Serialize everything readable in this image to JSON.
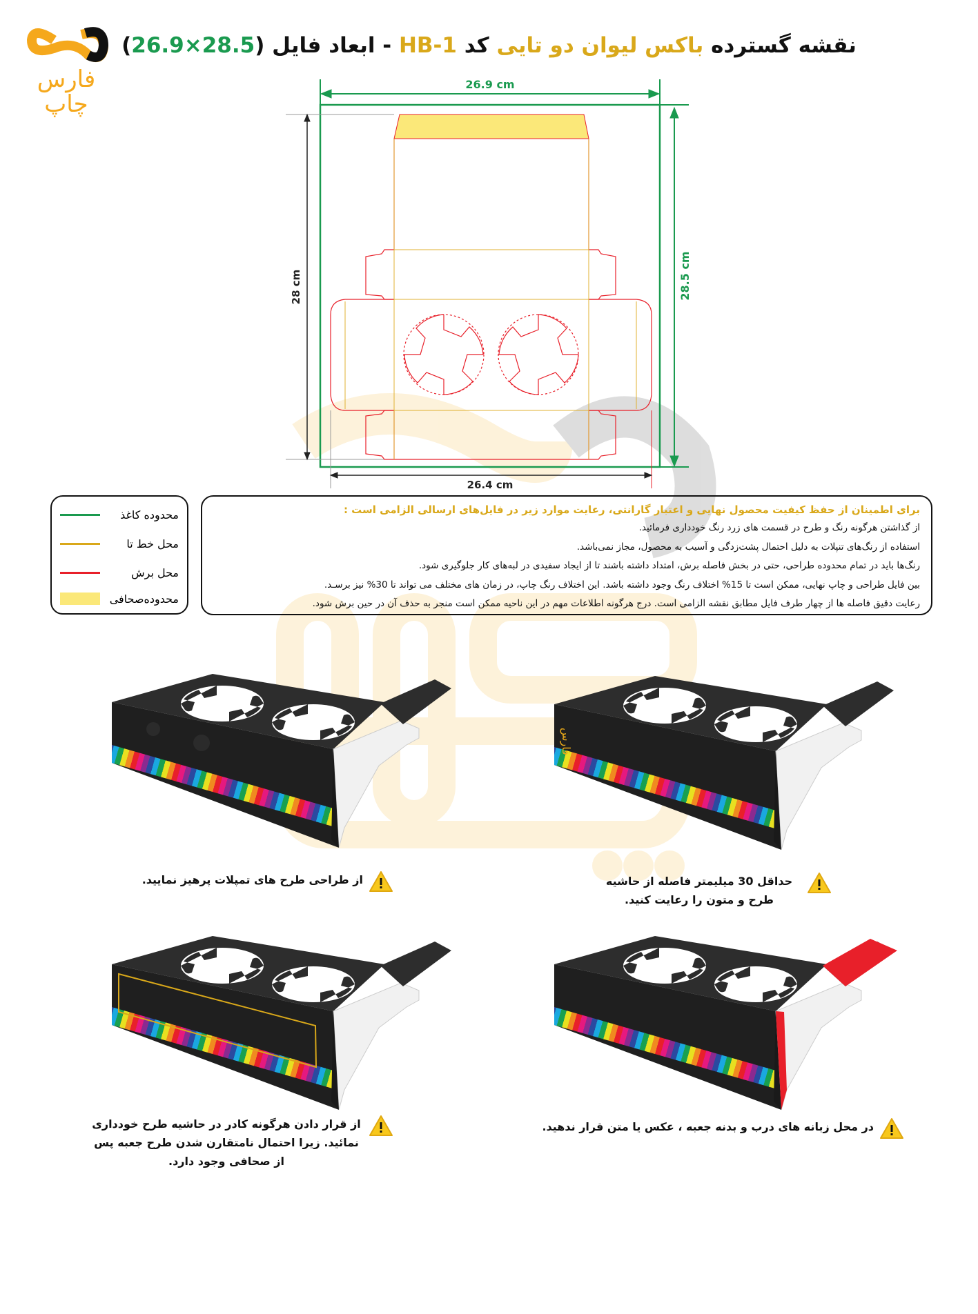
{
  "logo": {
    "text": [
      "فارس",
      "چاپ"
    ]
  },
  "title": {
    "part1": "نقشه گسترده ",
    "product": "باکس لیوان دو تایی",
    "part2": " کد ",
    "code": "HB-1",
    "part3": " - ابعاد فایل (",
    "dims": "26.9×28.5",
    "part4": ")"
  },
  "dieline": {
    "width_label": "26.9 cm",
    "height_label": "28.5 cm",
    "inner_height_label": "28 cm",
    "inner_width_label": "26.4 cm"
  },
  "colors": {
    "paper": "#1a9a4f",
    "fold": "#e0b030",
    "cut": "#e8202a",
    "bleed": "#fbe879"
  },
  "legend": [
    {
      "label": "محدوده کاغذ",
      "color": "#1a9a4f"
    },
    {
      "label": "محل خط تا",
      "color": "#d9a81a"
    },
    {
      "label": "محل برش",
      "color": "#e8202a"
    },
    {
      "label": "محدوده‌صحافی",
      "color": "#fbe879"
    }
  ],
  "notes": {
    "heading": "برای اطمینان از حفظ کیفیت محصول نهایی و اعتبار گارانتی، رعایت موارد زیر در فایل‌های ارسالی الزامی است :",
    "lines": [
      "از گذاشتن هرگونه رنگ و طرح در قسمت های زرد رنگ خودداری فرمائید.",
      "استفاده از رنگ‌های تنپلات به دلیل احتمال پشت‌زدگی و آسیب به محصول، مجاز نمی‌باشد.",
      "رنگ‌ها باید در تمام محدوده طراحی، حتی در بخش فاصله برش، امتداد داشته باشند تا از ایجاد سفیدی در لبه‌های کار جلوگیری شود.",
      "بین فایل طراحی و چاپ نهایی، ممکن است تا 15% اختلاف رنگ وجود داشته باشد. این اختلاف رنگ چاپ، در زمان های مختلف می تواند تا 30% نیز برسـد.",
      "رعایت دقیق فاصله ها از چهار طرف فایل مطابق نقشه الزامی است. درج هرگونه اطلاعات مهم در این ناحیه ممکن است منجر به حذف آن در حین برش شود."
    ]
  },
  "warnings": [
    {
      "text": "از طراحی طرح های تمپلات پرهیز نمایید."
    },
    {
      "text": "حداقل 30 میلیمتر فاصله از حاشیه طرح و متون را رعایت کنید."
    },
    {
      "text": "از قرار دادن هرگونه کادر در حاشیه طرح خودداری نمائید. زیرا احتمال نامتقارن شدن طرح جعبه پس از صحافی وجود دارد."
    },
    {
      "text": "در محل زبانه های درب و بدنه جعبه ، عکس یا متن قرار ندهید."
    }
  ]
}
